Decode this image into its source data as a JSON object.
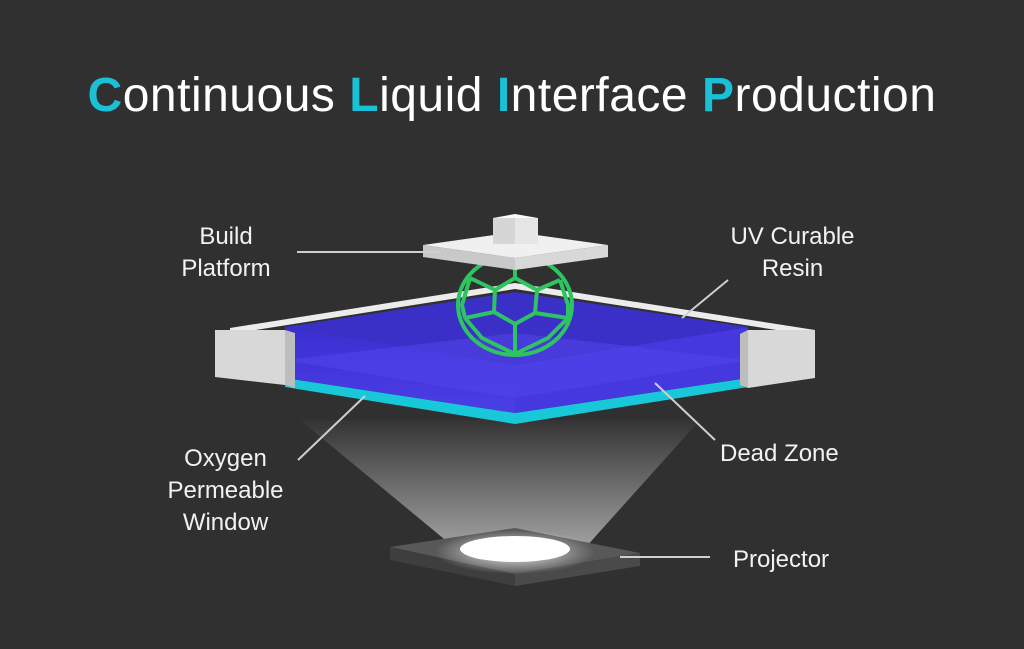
{
  "title": {
    "words": [
      {
        "initial": "C",
        "rest": "ontinuous"
      },
      {
        "initial": "L",
        "rest": "iquid"
      },
      {
        "initial": "I",
        "rest": "nterface"
      },
      {
        "initial": "P",
        "rest": "roduction"
      }
    ]
  },
  "labels": {
    "build_platform": [
      "Build",
      "Platform"
    ],
    "uv_resin": [
      "UV Curable",
      "Resin"
    ],
    "oxygen_window": [
      "Oxygen",
      "Permeable",
      "Window"
    ],
    "dead_zone": "Dead Zone",
    "projector": "Projector"
  },
  "colors": {
    "background": "#303030",
    "accent": "#19c0d6",
    "resin": "#3f33d6",
    "window": "#19c8d8",
    "ball": "#2ec460",
    "frame": "#e6e6e6"
  }
}
